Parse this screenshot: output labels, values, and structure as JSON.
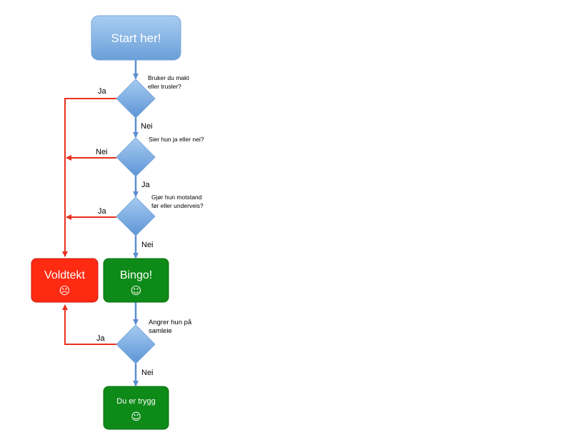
{
  "start": {
    "label": "Start her!"
  },
  "decisions": [
    {
      "question_lines": [
        "Bruker du makt",
        "eller trusler?"
      ]
    },
    {
      "question_lines": [
        "Sier hun ja eller nei?"
      ]
    },
    {
      "question_lines": [
        "Gjør hun motstand",
        "før eller underveis?"
      ]
    },
    {
      "question_lines": [
        "Angrer hun på",
        "samleie"
      ]
    }
  ],
  "edges": {
    "d1_yes": "Ja",
    "d1_no": "Nei",
    "d2_left": "Nei",
    "d2_down": "Ja",
    "d3_yes": "Ja",
    "d3_no": "Nei",
    "d4_yes": "Ja",
    "d4_no": "Nei"
  },
  "outcomes": {
    "voldtekt": {
      "label": "Voldtekt",
      "face": "☹"
    },
    "bingo": {
      "label": "Bingo!",
      "face": "☺"
    },
    "trygg": {
      "label": "Du er trygg",
      "face": "☺"
    }
  },
  "colors": {
    "start_fill_top": "#a9cdf0",
    "start_fill_bottom": "#6a9fd9",
    "decision_fill_top": "#a6cbf1",
    "decision_fill_bottom": "#5d95d6",
    "blue_arrow": "#5b8dd1",
    "red_arrow": "#e8301d",
    "voldtekt_fill": "#ff2a12",
    "green_fill": "#0e8a18"
  }
}
